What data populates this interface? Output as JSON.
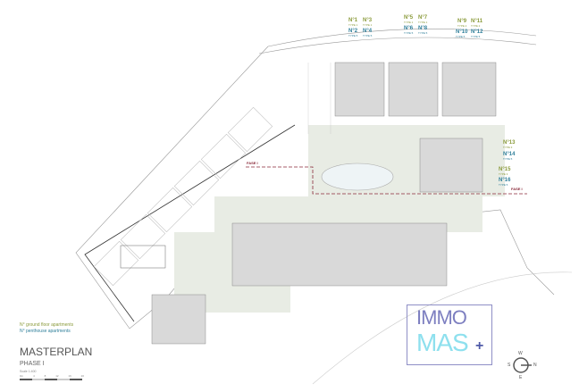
{
  "units_top": [
    {
      "n": "N°1",
      "t": "TYPE 1",
      "k": "gf"
    },
    {
      "n": "N°3",
      "t": "TYPE 1",
      "k": "gf"
    },
    {
      "n": "N°2",
      "t": "TYPE 5",
      "k": "ph"
    },
    {
      "n": "N°4",
      "t": "TYPE 5",
      "k": "ph"
    },
    {
      "n": "N°5",
      "t": "TYPE 1",
      "k": "gf"
    },
    {
      "n": "N°7",
      "t": "TYPE 1",
      "k": "gf"
    },
    {
      "n": "N°6",
      "t": "TYPE 5",
      "k": "ph"
    },
    {
      "n": "N°8",
      "t": "TYPE 5",
      "k": "ph"
    },
    {
      "n": "N°9",
      "t": "TYPE 2",
      "k": "gf"
    },
    {
      "n": "N°11",
      "t": "TYPE 2",
      "k": "gf"
    },
    {
      "n": "N°10",
      "t": "TYPE 5",
      "k": "ph"
    },
    {
      "n": "N°12",
      "t": "TYPE 5",
      "k": "ph"
    }
  ],
  "units_side": [
    {
      "n": "N°13",
      "t": "TYPE 3",
      "k": "gf"
    },
    {
      "n": "N°14",
      "t": "TYPE 5",
      "k": "ph"
    },
    {
      "n": "N°15",
      "t": "TYPE 3",
      "k": "gf"
    },
    {
      "n": "N°16",
      "t": "TYPE 5",
      "k": "ph"
    }
  ],
  "fase_label": "FASE I",
  "legend": {
    "ground": "N° ground floor apartments",
    "penthouse": "N° penthouse apartments"
  },
  "title": "MASTERPLAN",
  "phase": "PHASE I",
  "scale": "Scale 1:400",
  "scale_ticks": [
    "0m",
    "4",
    "8",
    "12",
    "16",
    "20"
  ],
  "logo": {
    "line1": "IMMO",
    "line2": "MAS",
    "plus": "+"
  },
  "compass": {
    "n": "N",
    "s": "S",
    "e": "E",
    "w": "W"
  },
  "colors": {
    "ground": "#8a9a3a",
    "penthouse": "#2f7f9a",
    "fase": "#8a2a3a",
    "logo_text": "#7d7fc0",
    "logo_accent": "#8ee0ee"
  }
}
